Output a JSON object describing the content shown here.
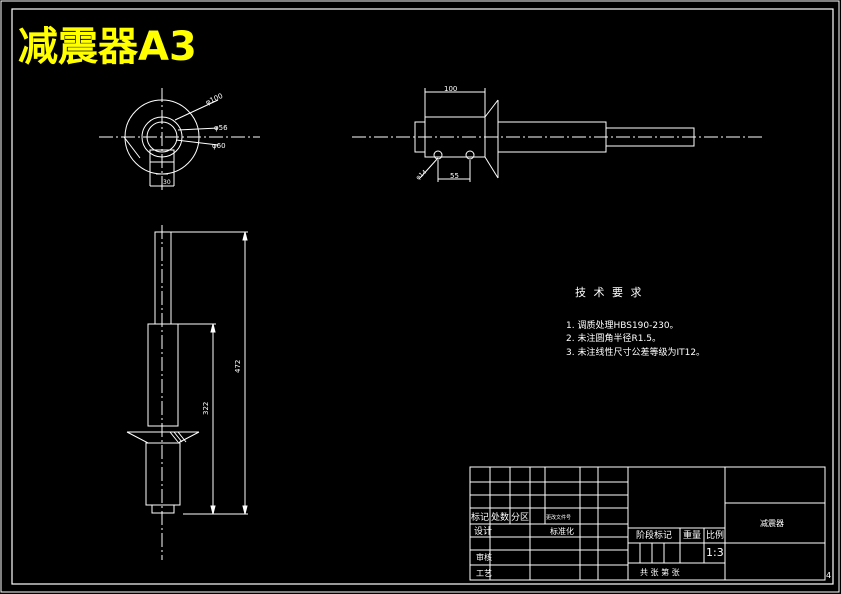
{
  "title": "减震器A3",
  "colors": {
    "background": "#000000",
    "line": "#ffffff",
    "title": "#ffff00",
    "dimension": "#ffffff"
  },
  "top_view": {
    "dims": [
      "φ100",
      "φ56",
      "φ60"
    ],
    "width_dim": "30"
  },
  "side_view": {
    "length_total": "472",
    "length_body": "322"
  },
  "front_view": {
    "length_head": "100",
    "length_short": "55",
    "chamfer": "φ14"
  },
  "technical_requirements": {
    "heading": "技 术 要 求",
    "items": [
      "1. 调质处理HBS190-230。",
      "2. 未注圆角半径R1.5。",
      "3. 未注线性尺寸公差等级为IT12。"
    ]
  },
  "title_block": {
    "row_labels": [
      "标记",
      "处数",
      "分区",
      "更改文件号"
    ],
    "design": "设计",
    "standardize": "标准化",
    "review": "审核",
    "process": "工艺",
    "stage_mark": "阶段标记",
    "weight": "重量",
    "scale_label": "比例",
    "scale_value": "1:3",
    "sheet_info": "共 张  第 张",
    "part_name": "减震器",
    "page_number": "4"
  }
}
